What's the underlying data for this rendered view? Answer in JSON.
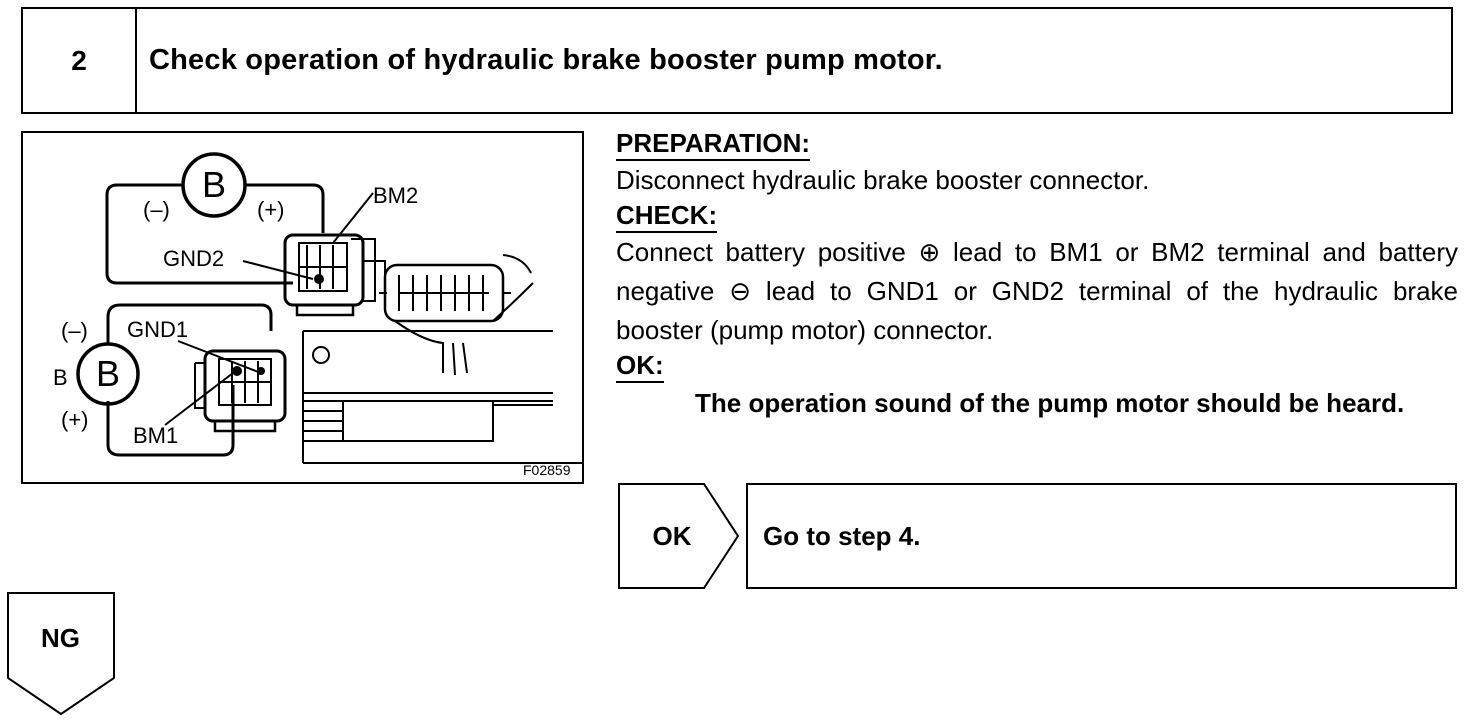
{
  "step": {
    "number": "2",
    "title": "Check operation of hydraulic brake booster pump motor."
  },
  "figure": {
    "battery_symbol": "B",
    "minus": "(–)",
    "plus": "(+)",
    "side_label_b": "B",
    "terminal_bm2": "BM2",
    "terminal_gnd2": "GND2",
    "terminal_gnd1": "GND1",
    "terminal_bm1": "BM1",
    "code": "F02859"
  },
  "instructions": {
    "preparation_heading": "PREPARATION:",
    "preparation_text": "Disconnect hydraulic brake booster connector.",
    "check_heading": "CHECK:",
    "check_text": "Connect battery positive ⊕ lead to BM1 or BM2 terminal and battery negative ⊖ lead to GND1 or GND2 terminal of the hydraulic brake booster (pump motor) connector.",
    "ok_heading": "OK:",
    "ok_text": "The operation sound of the pump motor should be heard."
  },
  "flow": {
    "ok_label": "OK",
    "ok_action": "Go to step 4.",
    "ng_label": "NG"
  }
}
